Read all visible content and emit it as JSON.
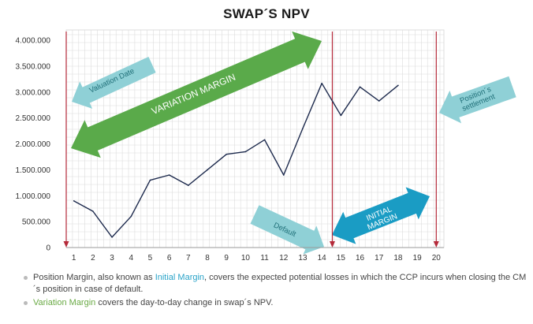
{
  "chart_data": {
    "type": "line",
    "title": "SWAP´S NPV",
    "x": [
      1,
      2,
      3,
      4,
      5,
      6,
      7,
      8,
      9,
      10,
      11,
      12,
      13,
      14,
      15,
      16,
      17,
      18,
      19
    ],
    "xticks": [
      "1",
      "2",
      "3",
      "4",
      "5",
      "6",
      "7",
      "8",
      "9",
      "10",
      "11",
      "12",
      "13",
      "14",
      "15",
      "16",
      "17",
      "18",
      "19",
      "20"
    ],
    "yticks": [
      "0",
      "500.000",
      "1.000.000",
      "1.500.000",
      "2.000.000",
      "2.500.000",
      "3.000.000",
      "3.500.000",
      "4.000.000"
    ],
    "ylim": [
      0,
      4200000
    ],
    "xlim": [
      0.6,
      20.4
    ],
    "grid": true,
    "series": [
      {
        "values": [
          900000,
          700000,
          200000,
          600000,
          1300000,
          1400000,
          1200000,
          1500000,
          1800000,
          1850000,
          2080000,
          1400000,
          2300000,
          3170000,
          2550000,
          3100000,
          2830000,
          3130000
        ]
      }
    ],
    "line_color": "#1d2a4d",
    "vertical_markers": [
      {
        "x": 0.6,
        "color": "#b52a3a"
      },
      {
        "x": 14.55,
        "color": "#b52a3a"
      },
      {
        "x": 20,
        "color": "#b52a3a"
      }
    ],
    "annotations": {
      "valuation_date": "Valuation Date",
      "variation_margin": "VARIATION MARGIN",
      "positions_settlement_line1": "Position´s",
      "positions_settlement_line2": "settlement",
      "default": "Default",
      "initial_margin_line1": "INITIAL",
      "initial_margin_line2": "MARGIN"
    },
    "colors": {
      "light_teal": "#8fd0d6",
      "green": "#5aaa4a",
      "blue": "#1a9cc4",
      "red": "#b52a3a",
      "grid": "#dcdcdc"
    }
  },
  "notes": {
    "b1_pre": "Position Margin, also known as ",
    "b1_hl": "Initial Margin",
    "b1_post": ", covers the expected potential losses in which the CCP incurs when closing the CM´s position in case of default.",
    "b2_hl": "Variation Margin",
    "b2_post": " covers the day-to-day change in swap´s NPV."
  }
}
